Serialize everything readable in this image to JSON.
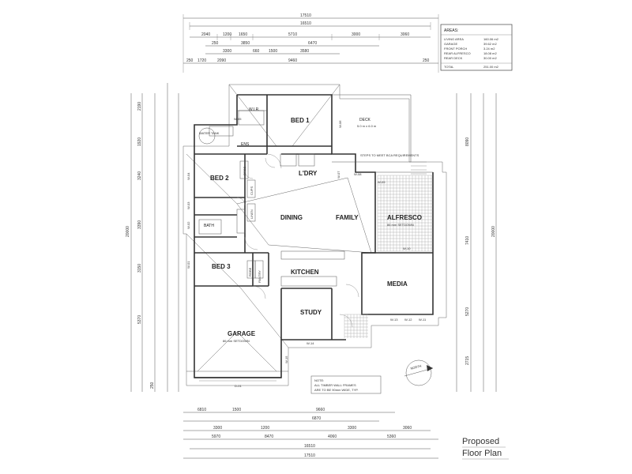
{
  "areas": {
    "heading": "AREAS:",
    "rows": [
      {
        "label": "LIVING AREA",
        "value": "160.06 m2"
      },
      {
        "label": "GARAGE",
        "value": "39.62 m2"
      },
      {
        "label": "FRONT PORCH",
        "value": "3.24 m2"
      },
      {
        "label": "REAR ALFRESCO",
        "value": "18.08 m2"
      },
      {
        "label": "REAR DECK",
        "value": "30.00 m2"
      }
    ],
    "total_label": "TOTAL",
    "total_value": "251.00 m2"
  },
  "rooms": {
    "wir": "W.I.R.",
    "bed1": "BED 1",
    "ens": "ENS",
    "water_tank": "WATER TANK",
    "deck": "DECK",
    "deck_size": "5.0 m x 6.0 m",
    "steps_note": "STEPS TO MEET BCA REQUIREMENTS",
    "ldry": "L'DRY",
    "bed2": "BED 2",
    "bath": "BATH",
    "bed3": "BED 3",
    "dining": "DINING",
    "family": "FAMILY",
    "alfresco": "ALFRESCO",
    "alfresco_sub": "86 mm SETDOWN",
    "kitchen": "KITCHEN",
    "media": "MEDIA",
    "study": "STUDY",
    "garage": "GARAGE",
    "garage_sub": "86 mm SETDOWN",
    "pantry": "PANTRY",
    "robe": "ROBE",
    "linen": "LINEN",
    "cups": "CUPS"
  },
  "note": {
    "line1": "NOTE:",
    "line2": "ALL TIMBER WALL FRAMES",
    "line3": "ARE TO BE 90mm WIDE, TYP."
  },
  "north_label": "NORTH",
  "title": {
    "line1": "Proposed",
    "line2": "Floor Plan"
  },
  "dims": {
    "top_overall": "17510",
    "top_inner": "16510",
    "top_row1": [
      "2040",
      "1200",
      "1650",
      "5710",
      "3000",
      "3060"
    ],
    "top_row2": [
      "250",
      "3850",
      "6470"
    ],
    "top_row3": [
      "3300",
      "660",
      "1500",
      "3580"
    ],
    "top_row4": [
      "250",
      "1720",
      "2090",
      "9460",
      "250"
    ],
    "bottom_row1": [
      "6810",
      "1500",
      "9660"
    ],
    "bottom_row2": [
      "6870"
    ],
    "bottom_row3": [
      "3300",
      "1200",
      "3300",
      "3060"
    ],
    "bottom_row4": [
      "5970",
      "8470",
      "4060",
      "5360"
    ],
    "bottom_inner": "16510",
    "bottom_overall": "17510",
    "left_outer": "20000",
    "left_dims": [
      "2190",
      "1920",
      "3240",
      "3390",
      "3150",
      "5370",
      "250"
    ],
    "right_dims": [
      "8090",
      "7410",
      "5270",
      "2715",
      "20000"
    ],
    "window_tags": [
      "W-01",
      "W-02",
      "W-03",
      "W-04",
      "W-05",
      "W-06",
      "W-07",
      "W-08",
      "W-09",
      "W-10",
      "W-11",
      "W-12",
      "W-13",
      "W-14",
      "W-15"
    ],
    "door_tag": "D-01"
  }
}
